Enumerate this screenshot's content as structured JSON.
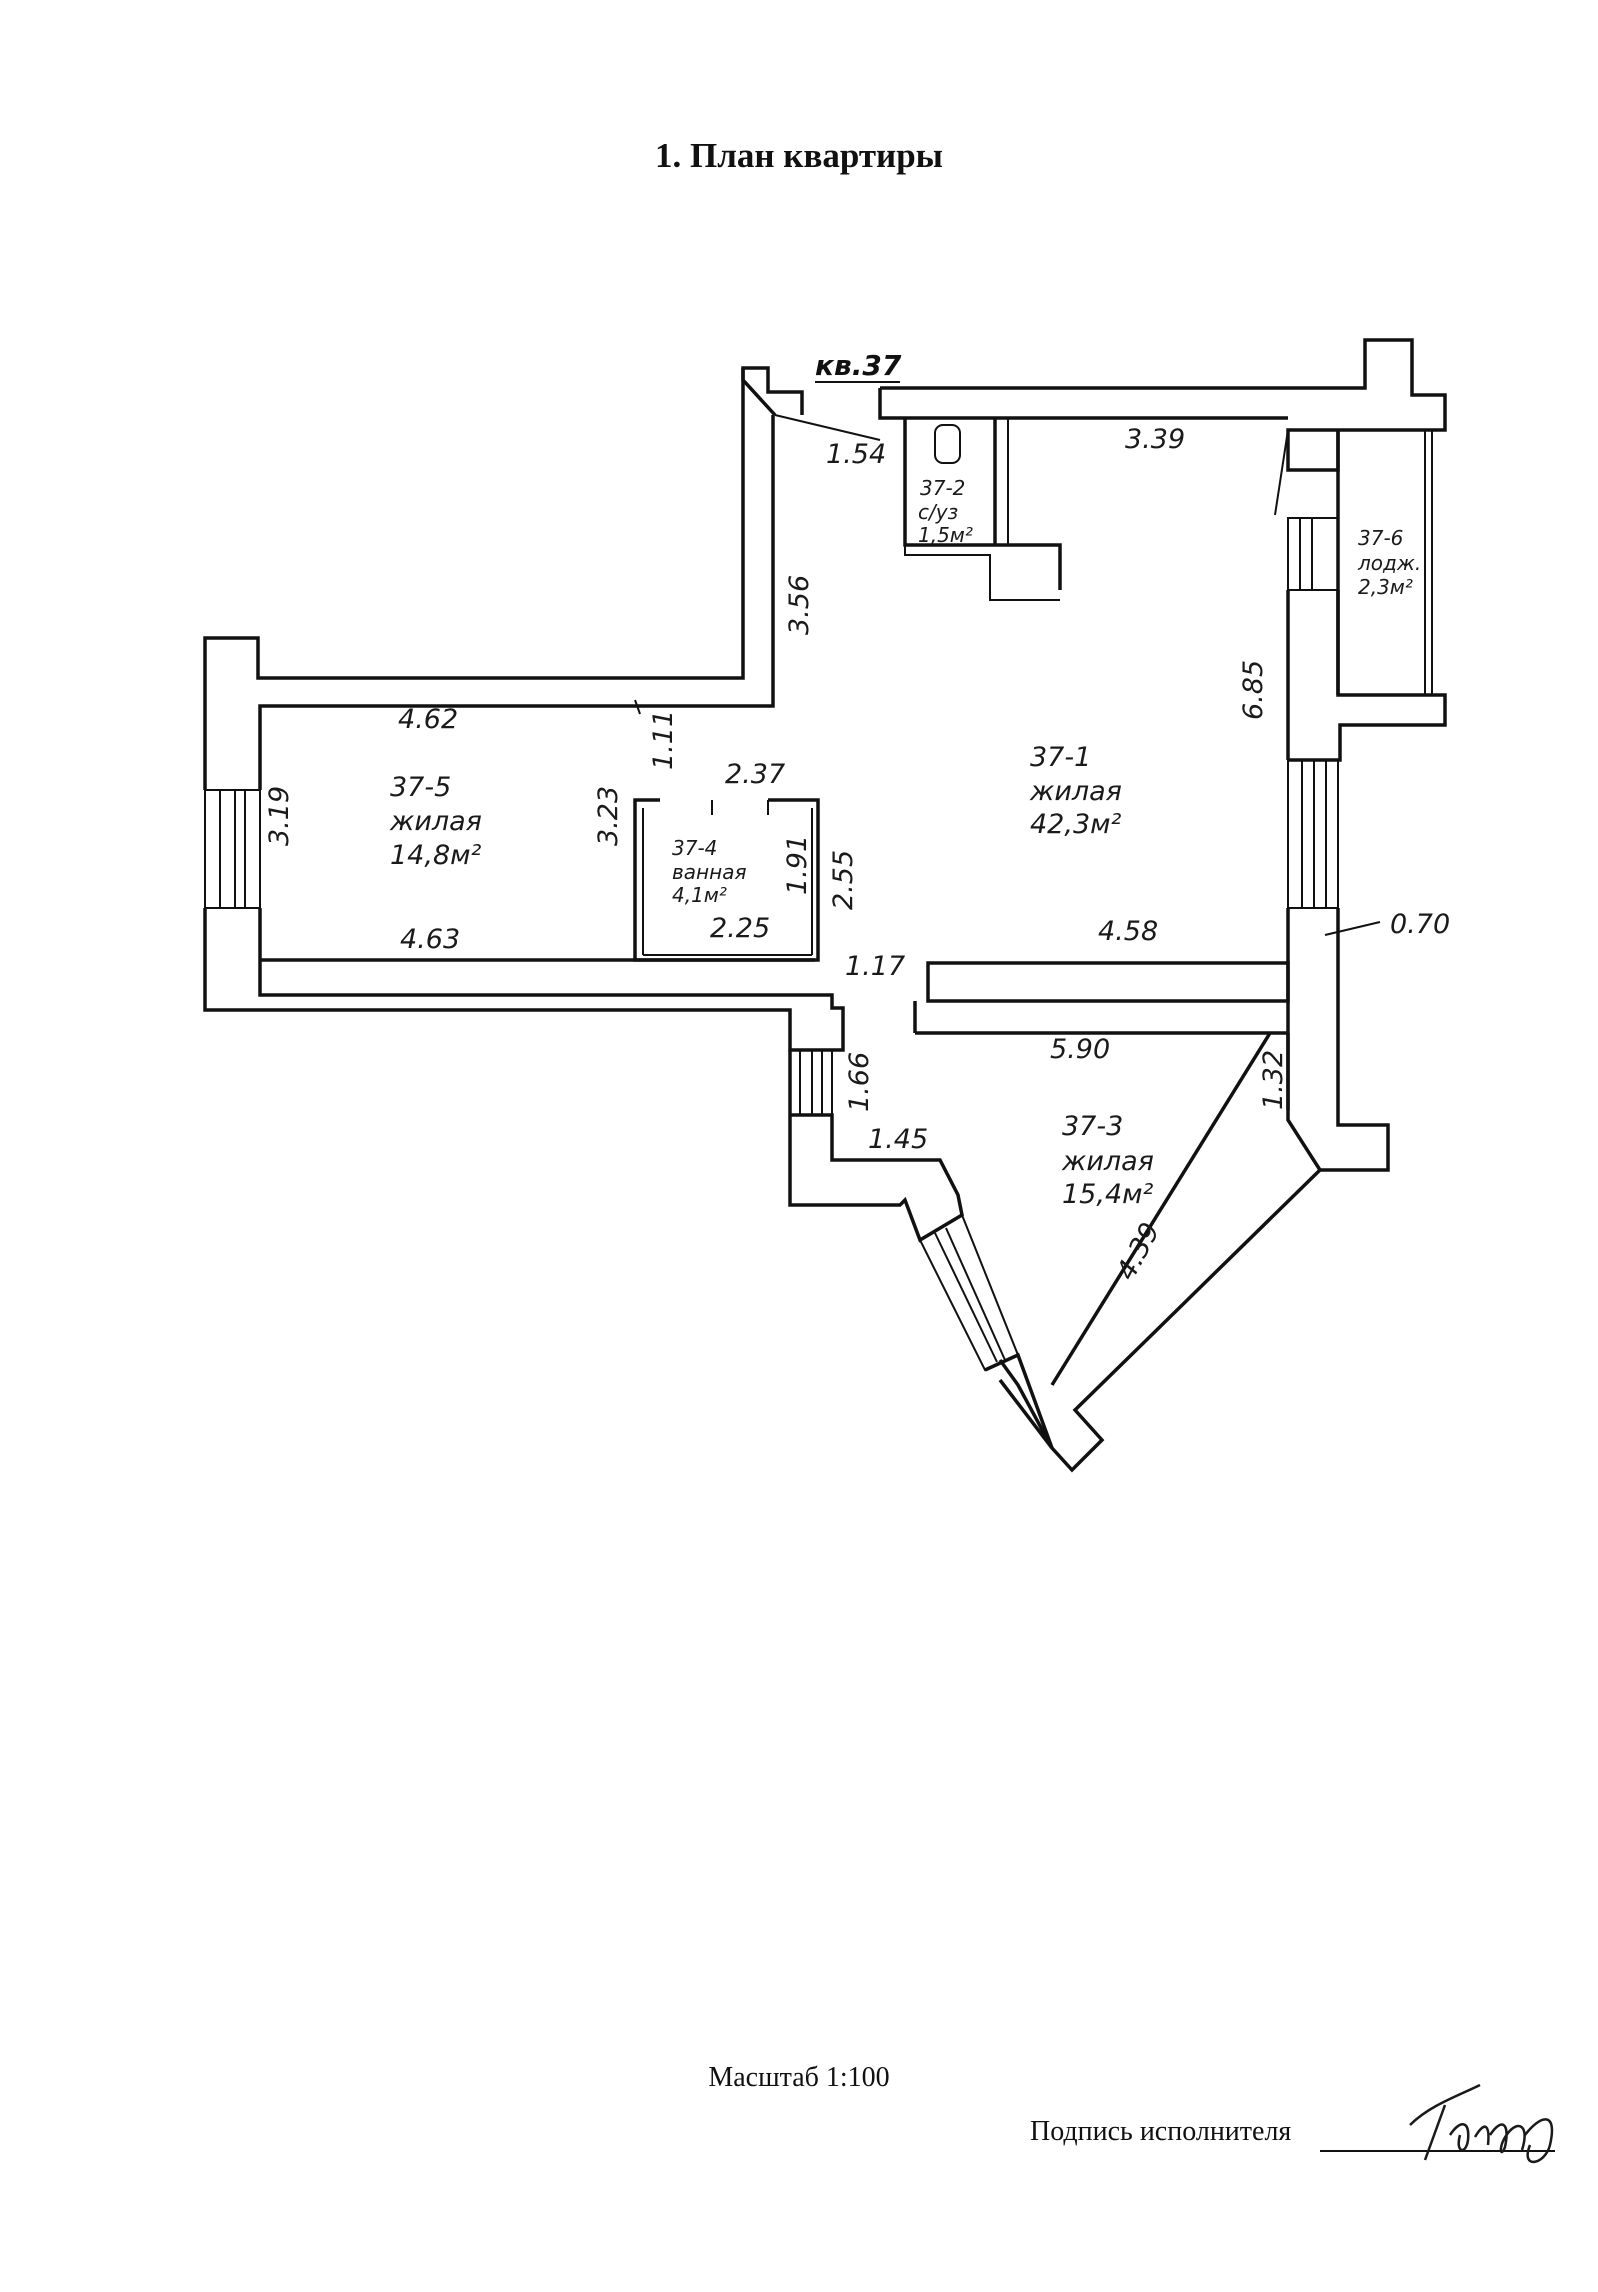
{
  "title": "1. План квартиры",
  "apartment": "кв.37",
  "rooms": [
    {
      "id": "37-1",
      "type": "жилая",
      "area": "42,3м²"
    },
    {
      "id": "37-2",
      "type": "с/уз",
      "area": "1,5м²"
    },
    {
      "id": "37-3",
      "type": "жилая",
      "area": "15,4м²"
    },
    {
      "id": "37-4",
      "type": "ванная",
      "area": "4,1м²"
    },
    {
      "id": "37-5",
      "type": "жилая",
      "area": "14,8м²"
    },
    {
      "id": "37-6",
      "type": "лодж.",
      "area": "2,3м²"
    }
  ],
  "dimensions": {
    "d154": "1.54",
    "d339": "3.39",
    "d356": "3.56",
    "d685": "6.85",
    "d462": "4.62",
    "d111": "1.11",
    "d237": "2.37",
    "d323": "3.23",
    "d319": "3.19",
    "d191": "1.91",
    "d255": "2.55",
    "d225": "2.25",
    "d463": "4.63",
    "d458": "4.58",
    "d070": "0.70",
    "d117": "1.17",
    "d590": "5.90",
    "d132": "1.32",
    "d166": "1.66",
    "d145": "1.45",
    "d439": "4.39"
  },
  "scale": "Масштаб 1:100",
  "signature_label": "Подпись исполнителя",
  "signature_text": "Tонов"
}
